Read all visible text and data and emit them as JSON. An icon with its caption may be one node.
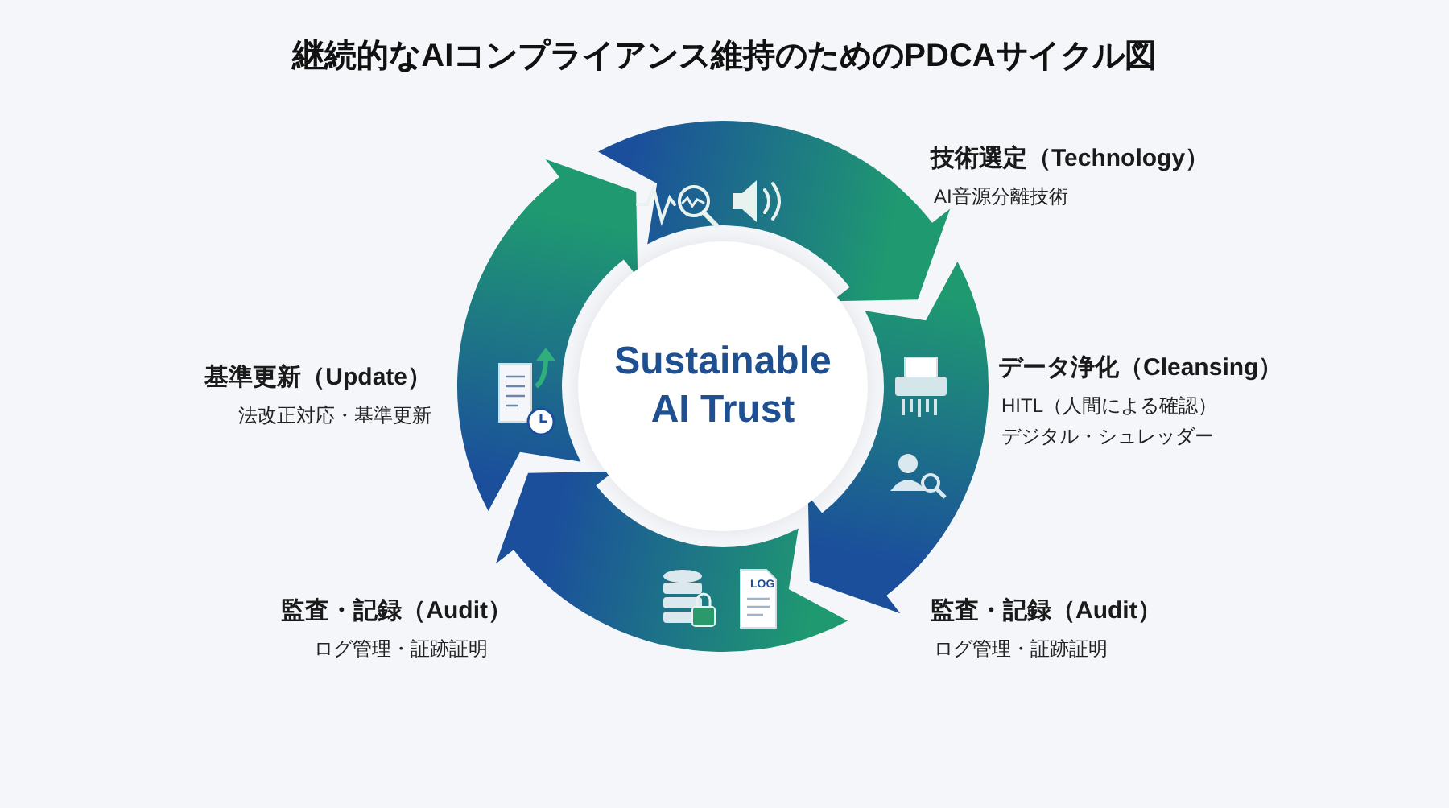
{
  "diagram": {
    "title": "継続的なAIコンプライアンス維持のためのPDCAサイクル図",
    "nodes": [
      {
        "text": [
          "Sustainable AI Trust"
        ]
      }
    ],
    "labels": [
      "技術選定（Technology）",
      "AI音源分離技術",
      "基準更新（Update）",
      "法改正対応・基準更新",
      "データ浄化（Cleansing）",
      "HITL（人間による確認）",
      "デジタル・シュレッダー",
      "LOG",
      "監査・記録（Audit）",
      "ログ管理・証跡証明",
      "監査・記録（Audit）",
      "ログ管理・証跡証明"
    ]
  }
}
